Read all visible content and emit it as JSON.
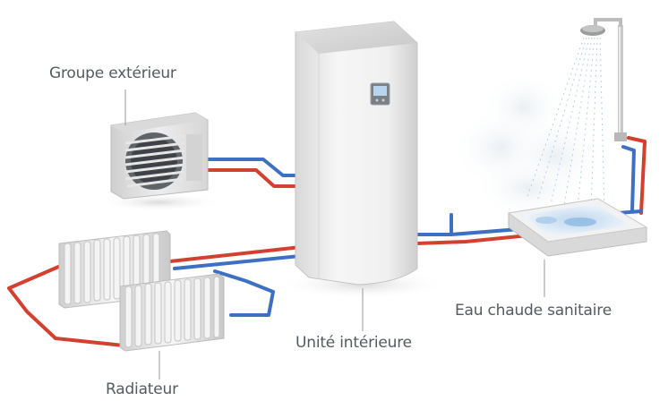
{
  "labels": {
    "outdoor_unit": "Groupe extérieur",
    "indoor_unit": "Unité intérieure",
    "domestic_hot_water": "Eau chaude sanitaire",
    "radiator": "Radiateur"
  },
  "colors": {
    "hot_pipe": "#d2402f",
    "cold_pipe": "#3d6fc2",
    "unit_body": "#ededed",
    "label_text": "#555a5e",
    "leader_line": "#9a9a9a"
  },
  "icons": {
    "outdoor_unit": "heat-pump-outdoor-unit",
    "indoor_unit": "indoor-unit-cabinet",
    "radiator": "radiator",
    "shower": "shower-head",
    "tray": "shower-tray"
  }
}
